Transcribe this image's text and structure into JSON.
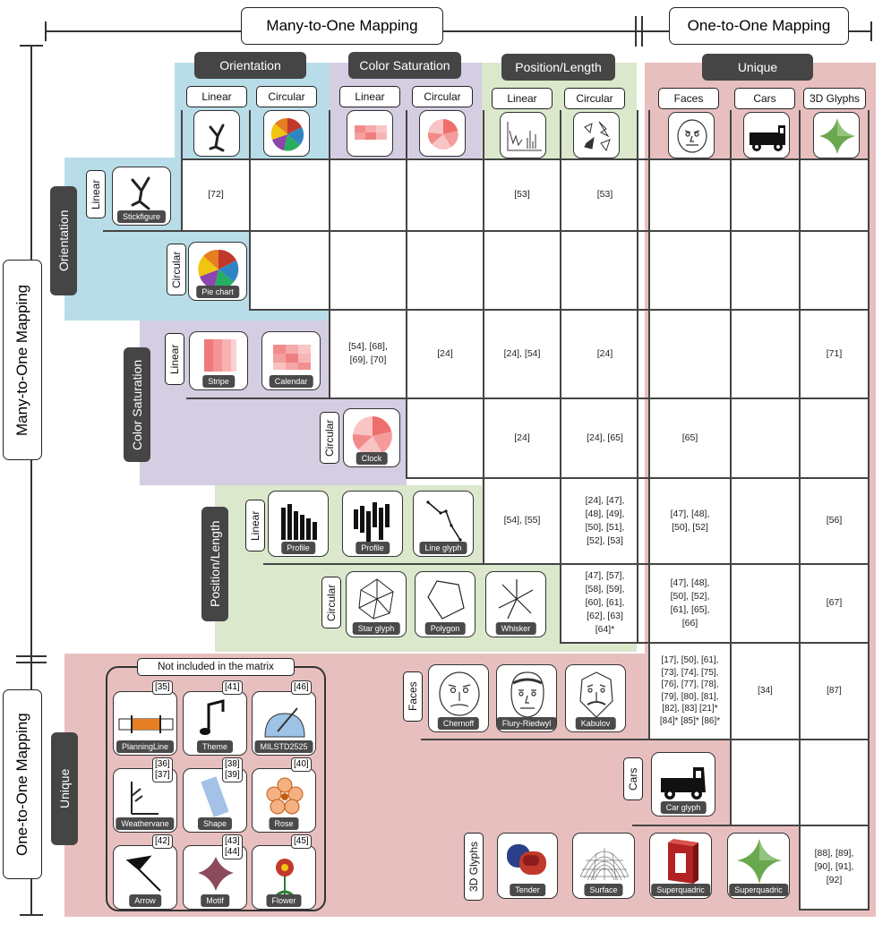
{
  "top_headers": {
    "many_to_one": "Many-to-One Mapping",
    "one_to_one": "One-to-One Mapping"
  },
  "left_headers": {
    "many_to_one": "Many-to-One Mapping",
    "one_to_one": "One-to-One Mapping"
  },
  "categories": {
    "orientation": "Orientation",
    "color_saturation": "Color Saturation",
    "position_length": "Position/Length",
    "unique": "Unique"
  },
  "sub": {
    "linear": "Linear",
    "circular": "Circular",
    "faces": "Faces",
    "cars": "Cars",
    "glyphs3d": "3D Glyphs"
  },
  "glyphs": {
    "stickfigure": "Stickfigure",
    "pie_chart": "Pie chart",
    "stripe": "Stripe",
    "calendar": "Calendar",
    "clock": "Clock",
    "profile1": "Profile",
    "profile2": "Profile",
    "line_glyph": "Line glyph",
    "star_glyph": "Star glyph",
    "polygon": "Polygon",
    "whisker": "Whisker",
    "chernoff": "Chernoff",
    "flury": "Flury-Riedwyl",
    "kabulov": "Kabulov",
    "car_glyph": "Car glyph",
    "tender": "Tender",
    "surface": "Surface",
    "superquadric1": "Superquadric",
    "superquadric2": "Superquadric"
  },
  "not_included": {
    "title": "Not included in the matrix",
    "items": [
      {
        "label": "PlanningLine",
        "ref": "[35]"
      },
      {
        "label": "Theme",
        "ref": "[41]"
      },
      {
        "label": "MILSTD2525",
        "ref": "[46]"
      },
      {
        "label": "Weathervane",
        "ref": "[36]\n[37]"
      },
      {
        "label": "Shape",
        "ref": "[38]\n[39]"
      },
      {
        "label": "Rose",
        "ref": "[40]"
      },
      {
        "label": "Arrow",
        "ref": "[42]"
      },
      {
        "label": "Motif",
        "ref": "[43]\n[44]"
      },
      {
        "label": "Flower",
        "ref": "[45]"
      }
    ]
  },
  "cells": {
    "r1": [
      "[72]",
      "",
      "",
      "",
      "[53]",
      "[53]",
      "",
      "",
      ""
    ],
    "r2": [
      "",
      "",
      "",
      "",
      "",
      "",
      "",
      "",
      ""
    ],
    "r3": [
      "",
      "",
      "[54], [68],\n[69], [70]",
      "[24]",
      "[24], [54]",
      "[24]",
      "",
      "",
      "[71]"
    ],
    "r4": [
      "",
      "",
      "",
      "",
      "[24]",
      "[24], [65]",
      "[65]",
      "",
      ""
    ],
    "r5": [
      "",
      "",
      "",
      "",
      "[54], [55]",
      "[24], [47],\n[48], [49],\n[50], [51],\n[52], [53]",
      "[47], [48],\n[50], [52]",
      "",
      "[56]"
    ],
    "r6": [
      "",
      "",
      "",
      "",
      "",
      "[47], [57],\n[58], [59],\n[60], [61],\n[62], [63]\n[64]*",
      "[47], [48],\n[50], [52],\n[61], [65],\n[66]",
      "",
      "[67]"
    ],
    "r7": [
      "[17], [50], [61],\n[73], [74], [75],\n[76], [77], [78],\n[79], [80], [81],\n[82], [83] [21]*\n[84]* [85]* [86]*",
      "[34]",
      "[87]"
    ],
    "r9": "[88], [89],\n[90], [91],\n[92]"
  }
}
